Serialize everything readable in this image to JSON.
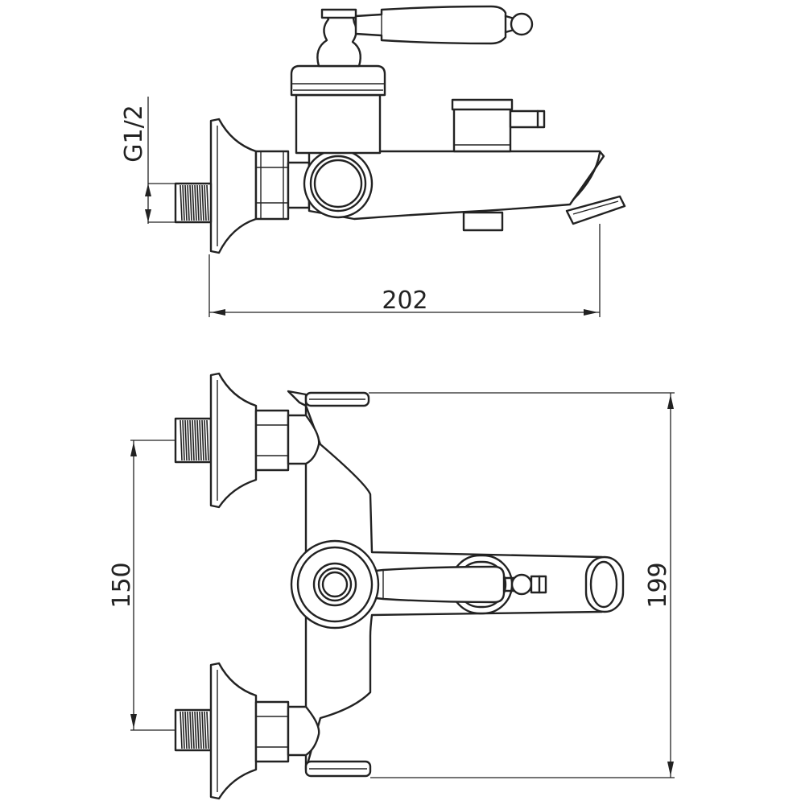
{
  "dimensions": {
    "thread_size": "G1/2",
    "spout_length": "202",
    "inlet_spacing": "150",
    "overall_width": "199"
  }
}
